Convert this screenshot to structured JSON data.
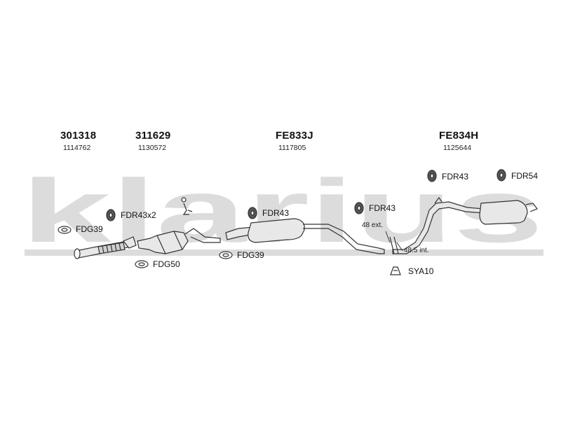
{
  "watermark": {
    "text": "klarius",
    "color": "#dcdcdc"
  },
  "parts": [
    {
      "number": "301318",
      "code": "1114762"
    },
    {
      "number": "311629",
      "code": "1130572"
    },
    {
      "number": "FE833J",
      "code": "1117805"
    },
    {
      "number": "FE834H",
      "code": "1125644"
    }
  ],
  "fittings": [
    "FDG39",
    "FDR43x2",
    "FDG50",
    "FDR43",
    "FDG39",
    "FDR43",
    "FDR43",
    "FDR54",
    "SYA10"
  ],
  "notes": {
    "ext": "48 ext.",
    "int": "48.5 int."
  },
  "colors": {
    "line": "#333333",
    "fill": "#e8e8e8",
    "text": "#111111"
  }
}
